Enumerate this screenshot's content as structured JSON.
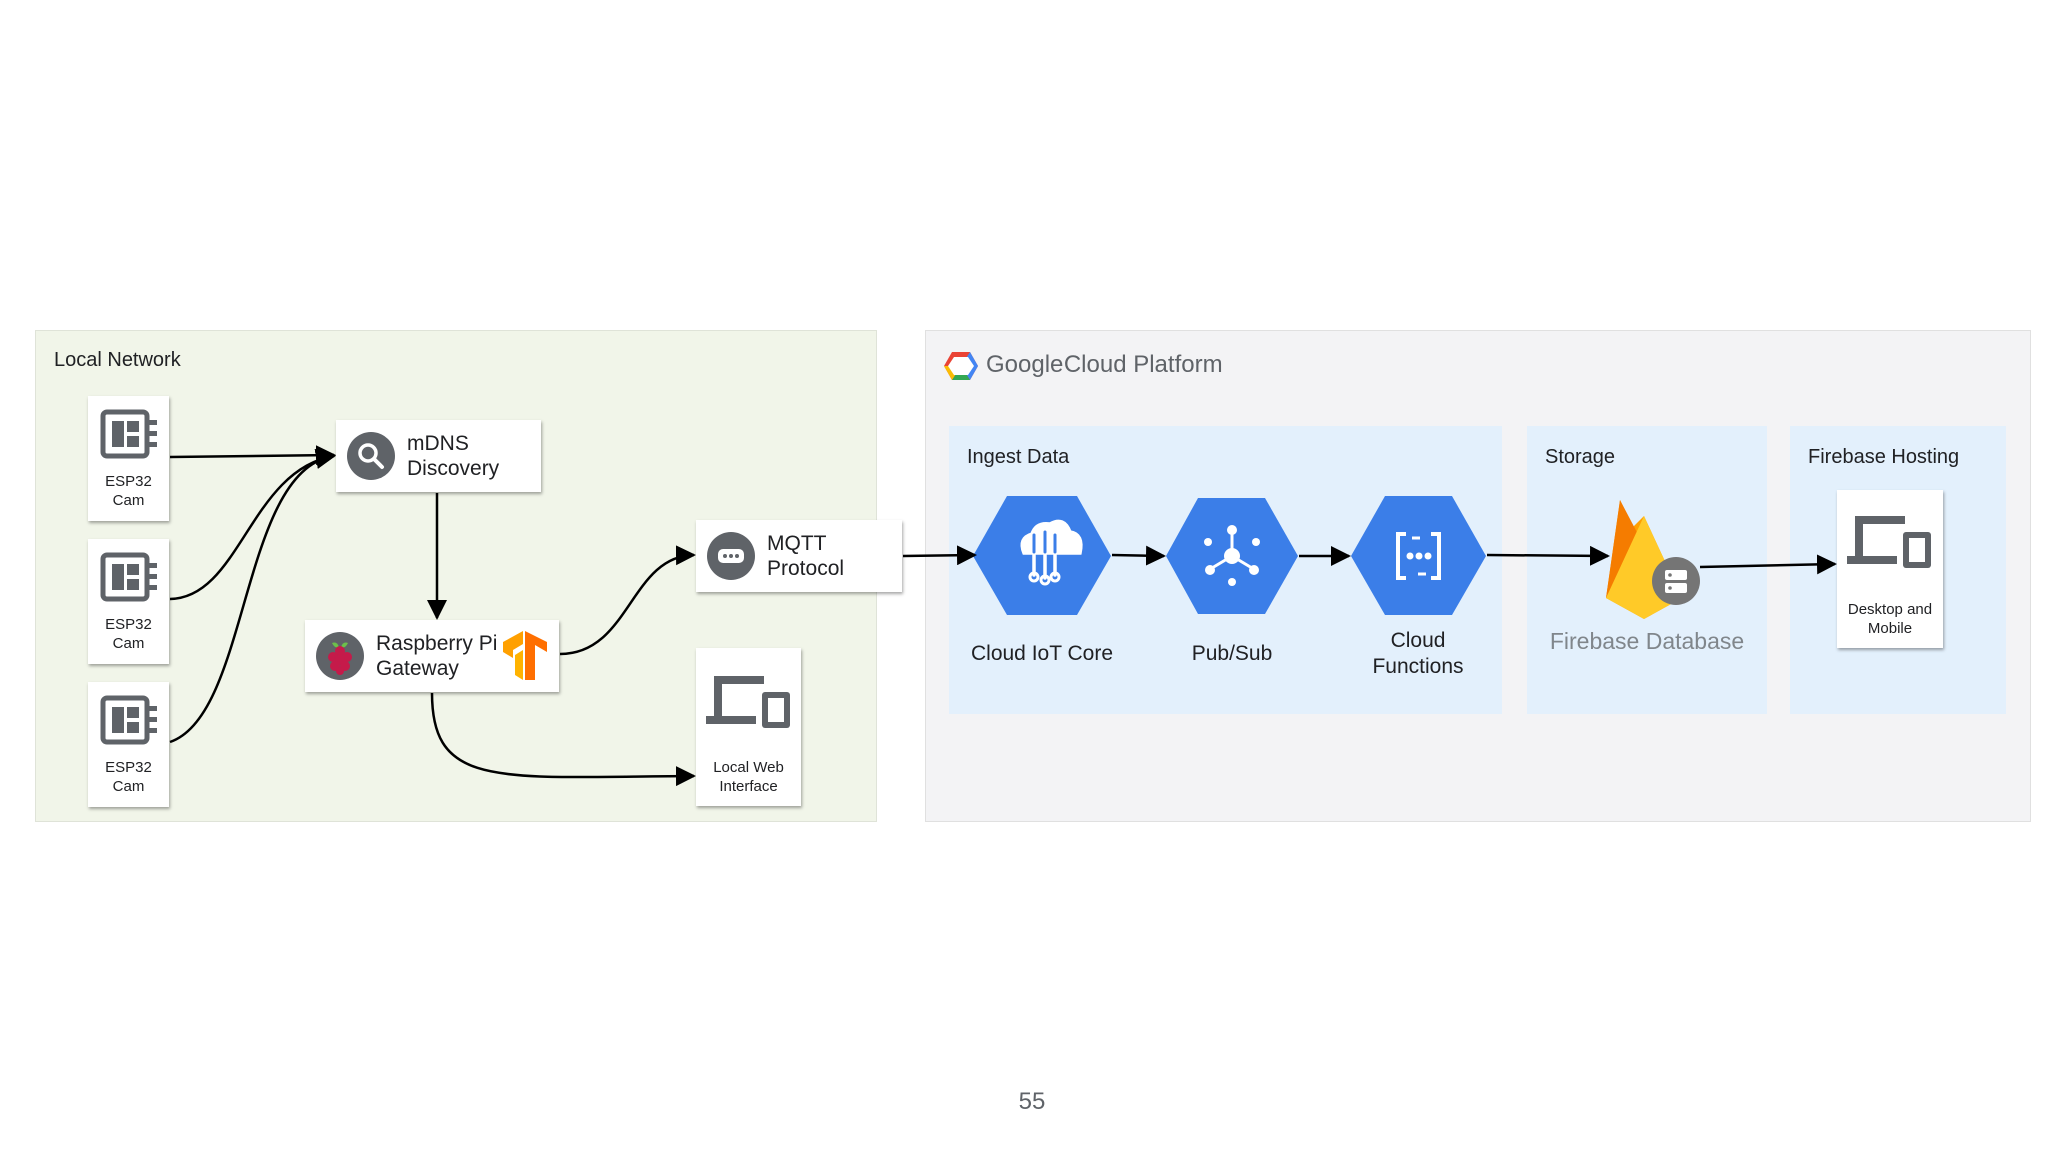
{
  "local_network": {
    "title": "Local Network",
    "cameras": [
      {
        "line1": "ESP32",
        "line2": "Cam"
      },
      {
        "line1": "ESP32",
        "line2": "Cam"
      },
      {
        "line1": "ESP32",
        "line2": "Cam"
      }
    ],
    "mdns": {
      "line1": "mDNS",
      "line2": "Discovery"
    },
    "gateway": {
      "line1": "Raspberry Pi",
      "line2": "Gateway"
    },
    "mqtt": {
      "line1": "MQTT",
      "line2": "Protocol"
    },
    "local_web": {
      "line1": "Local Web",
      "line2": "Interface"
    }
  },
  "gcp": {
    "brand_google": "Google",
    "brand_rest": "Cloud Platform",
    "sections": {
      "ingest": "Ingest Data",
      "storage": "Storage",
      "hosting": "Firebase Hosting"
    },
    "services": {
      "iot_core": "Cloud IoT Core",
      "pubsub": "Pub/Sub",
      "functions_line1": "Cloud",
      "functions_line2": "Functions",
      "firebase_db": "Firebase Database"
    },
    "client": {
      "line1": "Desktop and",
      "line2": "Mobile"
    }
  },
  "colors": {
    "gcp_blue": "#3b7ee8",
    "firebase_orange": "#f9a825",
    "tensorflow_orange": "#ff8f00",
    "raspberry_red": "#c51a4a"
  },
  "page_number": "55"
}
